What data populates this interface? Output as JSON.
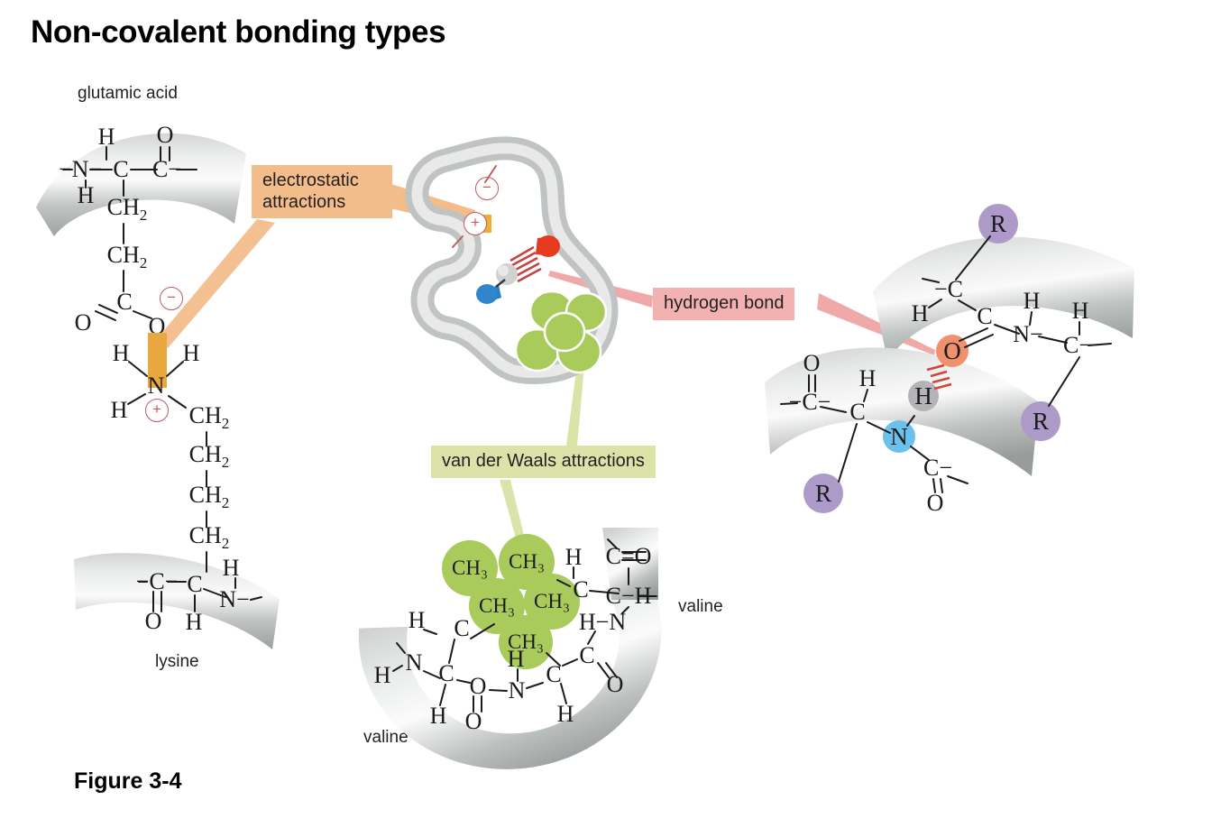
{
  "title": "Non-covalent bonding types",
  "figure_caption": "Figure 3-4",
  "colors": {
    "electrostatic_box": "#F2BD8B",
    "vdw_box": "#DCE3A9",
    "hbond_box": "#F3B2B2",
    "orange_bar": "#E8A73F",
    "methyl_green": "#A9CB5C",
    "r_group_purple": "#AE9AC8",
    "oxygen_salmon": "#F0906D",
    "hydrogen_gray": "#B4B4B8",
    "nitrogen_blue": "#6CC0EC",
    "ribbon_gray": "#C9CCCB",
    "charge_red": "#C05A63"
  },
  "callouts": {
    "electrostatic": "electrostatic\nattractions",
    "van_der_waals": "van der Waals attractions",
    "hydrogen_bond": "hydrogen bond"
  },
  "residue_labels": {
    "glutamic_acid": "glutamic acid",
    "lysine": "lysine",
    "valine_right": "valine",
    "valine_left": "valine"
  },
  "glutamic_acid_structure": {
    "atoms": [
      "H",
      "O",
      "−N−",
      "C",
      "C−",
      "H",
      "CH₂",
      "CH₂",
      "C",
      "O",
      "O"
    ],
    "charge": "−"
  },
  "lysine_structure": {
    "atoms": [
      "H",
      "H",
      "N",
      "H",
      "CH₂",
      "CH₂",
      "CH₂",
      "CH₂",
      "−C−",
      "C",
      "H",
      "N−",
      "O",
      "H"
    ],
    "charge": "+"
  },
  "center_protein": {
    "charges": [
      "−",
      "+"
    ],
    "features": [
      "orange-square-electrostatic",
      "red-wedge-acceptor",
      "blue-wedge-donor",
      "gray-sphere",
      "green-methyl-cluster"
    ]
  },
  "hydrogen_bond_chains": {
    "upper_chain": [
      "−C",
      "H",
      "C",
      "H",
      "N−",
      "H",
      "C−",
      "O"
    ],
    "lower_chain": [
      "−C−",
      "O",
      "H",
      "C",
      "N",
      "H",
      "C−",
      "O"
    ],
    "r_groups": [
      "R",
      "R",
      "R"
    ],
    "highlighted_atoms": {
      "oxygen": "O",
      "hydrogen": "H",
      "nitrogen": "N"
    }
  },
  "valine_structure": {
    "methyl_groups": [
      "CH₃",
      "CH₃",
      "CH₃",
      "CH₃",
      "CH₃"
    ],
    "right_chain": [
      "C=O",
      "C",
      "H",
      "C−H",
      "H−N",
      "C",
      "O",
      "H",
      "C",
      "H"
    ],
    "left_chain": [
      "N",
      "H",
      "H",
      "C",
      "C",
      "O",
      "N",
      "H",
      "C",
      "H"
    ]
  }
}
